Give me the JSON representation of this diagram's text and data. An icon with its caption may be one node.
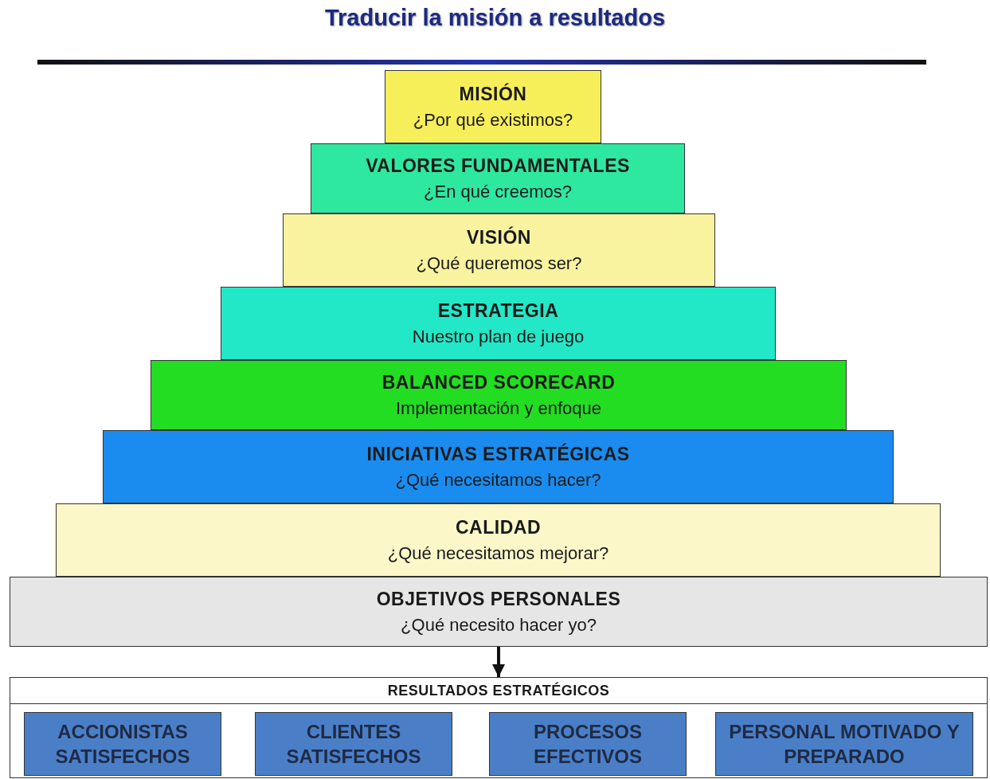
{
  "diagram": {
    "title": "Traducir la misión a resultados",
    "nodes": [
      {
        "text": [
          "MISIÓN",
          "¿Por qué existimos?"
        ]
      },
      {
        "text": [
          "VALORES FUNDAMENTALES",
          "¿En qué creemos?"
        ]
      },
      {
        "text": [
          "VISIÓN",
          "¿Qué queremos ser?"
        ]
      },
      {
        "text": [
          "ESTRATEGIA",
          "Nuestro plan de juego"
        ]
      },
      {
        "text": [
          "BALANCED SCORECARD",
          "Implementación y enfoque"
        ]
      },
      {
        "text": [
          "INICIATIVAS ESTRATÉGICAS",
          "¿Qué necesitamos hacer?"
        ]
      },
      {
        "text": [
          "CALIDAD",
          "¿Qué necesitamos mejorar?"
        ]
      },
      {
        "text": [
          "OBJETIVOS PERSONALES",
          "¿Qué necesito hacer yo?"
        ]
      },
      {
        "text": [
          "RESULTADOS ESTRATÉGICOS"
        ]
      },
      {
        "text": [
          "ACCIONISTAS SATISFECHOS"
        ],
        "in": 8
      },
      {
        "text": [
          "CLIENTES SATISFECHOS"
        ],
        "in": 8
      },
      {
        "text": [
          "PROCESOS EFECTIVOS"
        ],
        "in": 8
      },
      {
        "text": [
          "PERSONAL MOTIVADO Y PREPARADO"
        ],
        "in": 8
      }
    ],
    "edges": [
      {
        "from": 7,
        "to": 8,
        "arrow": "to"
      }
    ]
  }
}
